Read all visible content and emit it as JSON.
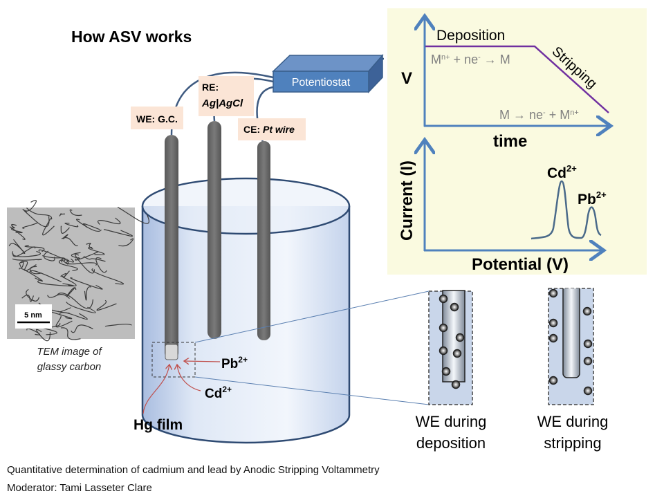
{
  "title": "How ASV works",
  "potentiostat": {
    "label": "Potentiostat"
  },
  "electrodes": {
    "we": {
      "prefix": "WE:",
      "value": "G.C."
    },
    "re": {
      "prefix": "RE:",
      "value": "Ag|AgCl"
    },
    "ce": {
      "prefix": "CE:",
      "value": "Pt wire"
    }
  },
  "cell_labels": {
    "pb": {
      "base": "Pb",
      "sup": "2+"
    },
    "cd": {
      "base": "Cd",
      "sup": "2+"
    },
    "hg_film": "Hg film"
  },
  "tem": {
    "scale_bar": "5 nm",
    "caption_line1": "TEM image of",
    "caption_line2": "glassy carbon"
  },
  "we_panels": {
    "deposition": {
      "line1": "WE during",
      "line2": "deposition"
    },
    "stripping": {
      "line1": "WE during",
      "line2": "stripping"
    }
  },
  "voltage_plot": {
    "ylabel": "V",
    "xlabel": "time",
    "deposition_label": "Deposition",
    "stripping_label": "Stripping",
    "deposition_eq": {
      "m": "M",
      "sup1": "n+",
      "mid": " + ne",
      "sup2": "-",
      "arrow": " → M"
    },
    "stripping_eq": {
      "start": "M → ne",
      "sup1": "-",
      "mid": " + M",
      "sup2": "n+"
    },
    "line_color": "#7030a0",
    "axis_color": "#4f81bd"
  },
  "current_plot": {
    "ylabel": "Current (I)",
    "xlabel": "Potential (V)",
    "peaks": [
      {
        "base": "Cd",
        "sup": "2+"
      },
      {
        "base": "Pb",
        "sup": "2+"
      }
    ],
    "curve_color": "#4a6a8a"
  },
  "panel_background": "#fafae0",
  "footer": {
    "line1": "Quantitative determination of cadmium and lead by Anodic Stripping Voltammetry",
    "line2": "Moderator: Tami Lasseter Clare"
  }
}
